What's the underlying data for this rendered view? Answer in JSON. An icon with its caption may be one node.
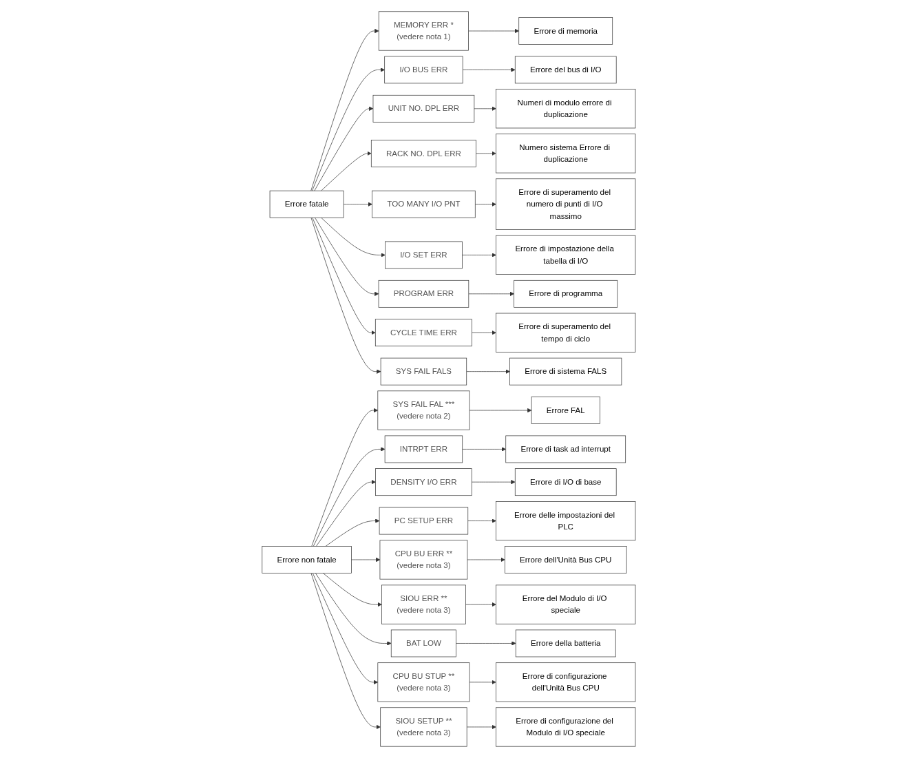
{
  "diagram": {
    "nodes": [
      {
        "text": [
          "Errore fatale"
        ]
      },
      {
        "text": [
          "MEMORY ERR *",
          "(vedere nota 1)"
        ]
      },
      {
        "text": [
          "Errore di memoria"
        ]
      },
      {
        "text": [
          "I/O BUS ERR"
        ]
      },
      {
        "text": [
          "Errore del bus di I/O"
        ]
      },
      {
        "text": [
          "UNIT NO. DPL ERR"
        ]
      },
      {
        "text": [
          "Numeri di modulo errore di duplicazione"
        ]
      },
      {
        "text": [
          "RACK NO. DPL ERR"
        ]
      },
      {
        "text": [
          "Numero sistema Errore di duplicazione"
        ]
      },
      {
        "text": [
          "TOO MANY I/O PNT"
        ]
      },
      {
        "text": [
          "Errore di superamento del numero di punti di I/O massimo"
        ]
      },
      {
        "text": [
          "I/O SET ERR"
        ]
      },
      {
        "text": [
          "Errore di impostazione della tabella di I/O"
        ]
      },
      {
        "text": [
          "PROGRAM ERR"
        ]
      },
      {
        "text": [
          "Errore di programma"
        ]
      },
      {
        "text": [
          "CYCLE TIME ERR"
        ]
      },
      {
        "text": [
          "Errore di superamento del tempo di ciclo"
        ]
      },
      {
        "text": [
          "SYS FAIL FALS"
        ]
      },
      {
        "text": [
          "Errore di sistema FALS"
        ]
      },
      {
        "text": [
          "Errore non fatale"
        ]
      },
      {
        "text": [
          "SYS FAIL FAL ***",
          "(vedere nota 2)"
        ]
      },
      {
        "text": [
          "Errore FAL"
        ]
      },
      {
        "text": [
          "INTRPT ERR"
        ]
      },
      {
        "text": [
          "Errore di task ad interrupt"
        ]
      },
      {
        "text": [
          "DENSITY I/O ERR"
        ]
      },
      {
        "text": [
          "Errore di I/O di base"
        ]
      },
      {
        "text": [
          "PC SETUP ERR"
        ]
      },
      {
        "text": [
          "Errore delle impostazioni del PLC"
        ]
      },
      {
        "text": [
          "CPU BU ERR **",
          "(vedere nota 3)"
        ]
      },
      {
        "text": [
          "Errore dell'Unità Bus CPU"
        ]
      },
      {
        "text": [
          "SIOU ERR **",
          "(vedere nota 3)"
        ]
      },
      {
        "text": [
          "Errore del Modulo di I/O speciale"
        ]
      },
      {
        "text": [
          "BAT LOW"
        ]
      },
      {
        "text": [
          "Errore della batteria"
        ]
      },
      {
        "text": [
          "CPU BU STUP **",
          "(vedere nota 3)"
        ]
      },
      {
        "text": [
          "Errore di configurazione dell'Unità Bus CPU"
        ]
      },
      {
        "text": [
          "SIOU SETUP **",
          "(vedere nota 3)"
        ]
      },
      {
        "text": [
          "Errore di configurazione del Modulo di I/O speciale"
        ]
      }
    ],
    "edges": [
      {
        "from": 0,
        "to": 1,
        "arrow": "to"
      },
      {
        "from": 1,
        "to": 2,
        "arrow": "to"
      },
      {
        "from": 0,
        "to": 3,
        "arrow": "to"
      },
      {
        "from": 3,
        "to": 4,
        "arrow": "to"
      },
      {
        "from": 0,
        "to": 5,
        "arrow": "to"
      },
      {
        "from": 5,
        "to": 6,
        "arrow": "to"
      },
      {
        "from": 0,
        "to": 7,
        "arrow": "to"
      },
      {
        "from": 7,
        "to": 8,
        "arrow": "to"
      },
      {
        "from": 0,
        "to": 9,
        "arrow": "to"
      },
      {
        "from": 9,
        "to": 10,
        "arrow": "to"
      },
      {
        "from": 0,
        "to": 11,
        "arrow": "to"
      },
      {
        "from": 11,
        "to": 12,
        "arrow": "to"
      },
      {
        "from": 0,
        "to": 13,
        "arrow": "to"
      },
      {
        "from": 13,
        "to": 14,
        "arrow": "to"
      },
      {
        "from": 0,
        "to": 15,
        "arrow": "to"
      },
      {
        "from": 15,
        "to": 16,
        "arrow": "to"
      },
      {
        "from": 0,
        "to": 17,
        "arrow": "to"
      },
      {
        "from": 17,
        "to": 18,
        "arrow": "to"
      },
      {
        "from": 19,
        "to": 20,
        "arrow": "to"
      },
      {
        "from": 20,
        "to": 21,
        "arrow": "to"
      },
      {
        "from": 19,
        "to": 22,
        "arrow": "to"
      },
      {
        "from": 22,
        "to": 23,
        "arrow": "to"
      },
      {
        "from": 19,
        "to": 24,
        "arrow": "to"
      },
      {
        "from": 24,
        "to": 25,
        "arrow": "to"
      },
      {
        "from": 19,
        "to": 26,
        "arrow": "to"
      },
      {
        "from": 26,
        "to": 27,
        "arrow": "to"
      },
      {
        "from": 19,
        "to": 28,
        "arrow": "to"
      },
      {
        "from": 28,
        "to": 29,
        "arrow": "to"
      },
      {
        "from": 19,
        "to": 30,
        "arrow": "to"
      },
      {
        "from": 30,
        "to": 31,
        "arrow": "to"
      },
      {
        "from": 19,
        "to": 32,
        "arrow": "to"
      },
      {
        "from": 32,
        "to": 33,
        "arrow": "to"
      },
      {
        "from": 19,
        "to": 34,
        "arrow": "to"
      },
      {
        "from": 34,
        "to": 35,
        "arrow": "to"
      },
      {
        "from": 19,
        "to": 36,
        "arrow": "to"
      },
      {
        "from": 36,
        "to": 37,
        "arrow": "to"
      }
    ]
  }
}
